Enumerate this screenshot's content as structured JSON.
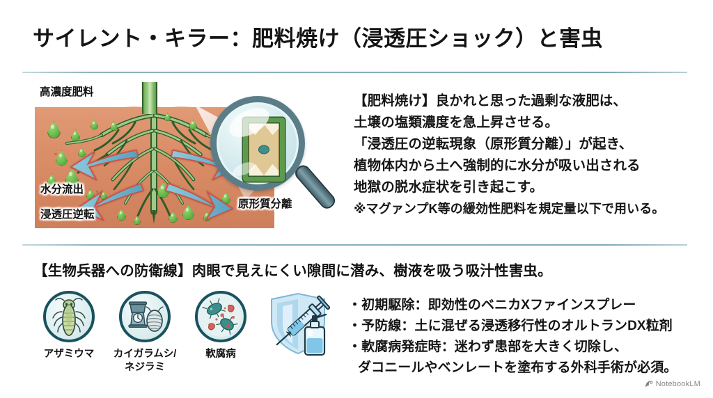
{
  "slide": {
    "title": "サイレント・キラー：肥料焼け（浸透圧ショック）と害虫",
    "background": "#ffffff",
    "divider_color": "#8fb3bd"
  },
  "illustration": {
    "labels": {
      "high_concentration_fertilizer": "高濃度肥料",
      "water_outflow": "水分流出",
      "osmotic_reversal": "浸透圧逆転",
      "plasmolysis": "原形質分離"
    },
    "soil_color": "#d98c66",
    "fertilizer_drop_color": "#6cbb4e",
    "arrow_color": "#6fb3cd",
    "magnifier_rim_color": "#5b7d88",
    "cell_wall_color": "#5d9a4e"
  },
  "body_text": {
    "lines": [
      "【肥料焼け】良かれと思った過剰な液肥は、",
      "土壌の塩類濃度を急上昇させる。",
      "「浸透圧の逆転現象（原形質分離）」が起き、",
      "植物体内から土へ強制的に水分が吸い出される",
      "地獄の脱水症状を引き起こす。"
    ],
    "note": "※マグァンプK等の緩効性肥料を規定量以下で用いる。"
  },
  "bottom_section": {
    "heading": "【生物兵器への防衛線】肉眼で見えにくい隙間に潜み、樹液を吸う吸汁性害虫。",
    "pests": [
      {
        "caption": "アザミウマ",
        "icon": "thrips-icon"
      },
      {
        "caption": "カイガラムシ/\nネジラミ",
        "icon": "scale-insect-icon"
      },
      {
        "caption": "軟腐病",
        "icon": "bacteria-icon"
      }
    ],
    "spray_icon": "shield-syringe-spray-icon",
    "bullets": [
      "・初期駆除：即効性のベニカXファインスプレー",
      "・予防線：土に混ぜる浸透移行性のオルトランDX粒剤",
      "・軟腐病発症時：迷わず患部を大きく切除し、"
    ],
    "bullet_continuation": "ダコニールやベンレートを塗布する外科手術が必須。"
  },
  "watermark": {
    "label": "NotebookLM",
    "icon": "notebooklm-logo-icon"
  }
}
